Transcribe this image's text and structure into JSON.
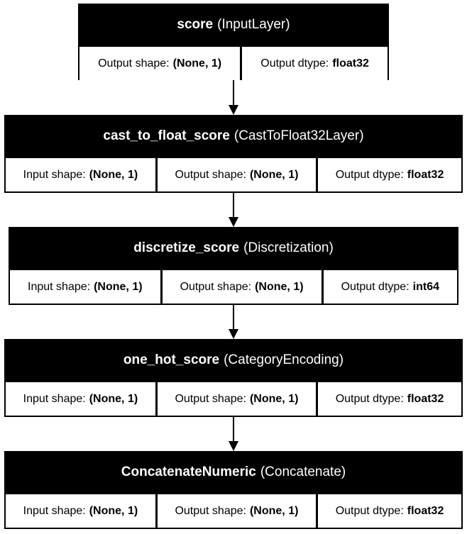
{
  "labels": {
    "input_shape": "Input shape:",
    "output_shape": "Output shape:",
    "output_dtype": "Output dtype:"
  },
  "nodes": [
    {
      "name": "score",
      "type": "(InputLayer)",
      "output_shape": "(None, 1)",
      "output_dtype": "float32"
    },
    {
      "name": "cast_to_float_score",
      "type": "(CastToFloat32Layer)",
      "input_shape": "(None, 1)",
      "output_shape": "(None, 1)",
      "output_dtype": "float32"
    },
    {
      "name": "discretize_score",
      "type": "(Discretization)",
      "input_shape": "(None, 1)",
      "output_shape": "(None, 1)",
      "output_dtype": "int64"
    },
    {
      "name": "one_hot_score",
      "type": "(CategoryEncoding)",
      "input_shape": "(None, 1)",
      "output_shape": "(None, 1)",
      "output_dtype": "float32"
    },
    {
      "name": "ConcatenateNumeric",
      "type": "(Concatenate)",
      "input_shape": "(None, 1)",
      "output_shape": "(None, 1)",
      "output_dtype": "float32"
    }
  ]
}
